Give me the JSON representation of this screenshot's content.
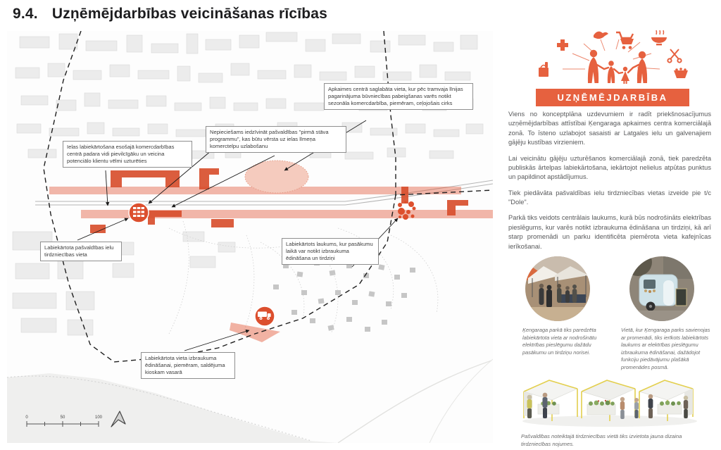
{
  "page": {
    "title_number": "9.4.",
    "title": "Uzņēmējdarbības veicināšanas rīcības"
  },
  "colors": {
    "accent_orange": "#E6613F",
    "corridor_highlight": "#E25736",
    "dark_red_buildings": "#D9502E",
    "pink_area": "#F5CBBE"
  },
  "map": {
    "callouts": [
      {
        "id": "tram-area",
        "text": "Apkaimes centrā saglabāta vieta, kur pēc tramvaja līnijas pagarinājuma būvniecības pabeigšanas varēs notikt sezonāla komercdarbība, piemēram, ceļojošais cirks"
      },
      {
        "id": "first-floor-programme",
        "text": "Nepieciešams iedzīvināt pašvaldības \"pirmā stāva programmu\", kas būtu vērsta uz ielas līmeņa komerctelpu uzlabošanu"
      },
      {
        "id": "street-improvement",
        "text": "Ielas labiekārtošana esošajā komercdarbības centrā padara vidi pievilcīgāku un veicina potenciālo klientu vēlmi uzturēties"
      },
      {
        "id": "trade-place",
        "text": "Labiekārtota pašvaldības ielu tirdzniecības vieta"
      },
      {
        "id": "event-square",
        "text": "Labiekārtots laukums, kur pasākumu laikā var notikt izbraukuma ēdināšana un tirdziņi"
      },
      {
        "id": "food-kiosk",
        "text": "Labiekārtota vieta izbraukuma ēdināšanai, piemēram, saldējuma kioskam vasarā"
      }
    ],
    "scale": {
      "labels": [
        "0",
        "50",
        "100"
      ]
    },
    "icons": [
      "market-stall-map-icon",
      "food-truck-map-icon",
      "north-arrow-icon"
    ]
  },
  "sidebar": {
    "banner": "UZŅĒMĒJDARBĪBA",
    "logo_icons": [
      "shopping-bag-icon",
      "medical-cross-icon",
      "bird-icon",
      "shopping-cart-icon",
      "soup-bowl-icon",
      "scissors-icon",
      "basket-icon",
      "family-figures"
    ],
    "paragraphs": [
      "Viens no konceptplāna uzdevumiem ir radīt priekšnosacījumus uzņēmējdarbības attīstībai Ķengaraga apkaimes centra komerciālajā zonā. To īsteno uzlabojot sasaisti ar Latgales ielu un galvenajiem gājēju kustības virzieniem.",
      "Lai veicinātu gājēju uzturēšanos komerciālajā zonā, tiek paredzēta publiskās ārtelpas labiekārtošana, iekārtojot nelielus atpūtas punktus un papildinot apstādījumus.",
      "Tiek piedāvāta pašvaldības ielu tirdzniecības vietas izveide pie t/c \"Dole\".",
      "Parkā tiks veidots centrālais laukums, kurā būs nodrošināts elektrības pieslēgums, kur varēs notikt izbraukuma ēdināšana un tirdziņi, kā arī starp promenādi un parku identificēta piemērota vieta kafejnīcas ierīkošanai."
    ],
    "photo_captions": [
      "Ķengaraga parkā tiks paredzēta labiekārtota vieta ar nodrošinātu elektrības pieslēgumu dažādu pasākumu un tirdziņu norisei.",
      "Vietā, kur Ķengaraga parks savienojas ar promenādi, tiks ierīkots labiekārtots laukums ar elektrības pieslēgumu izbraukuma ēdināšanai, dažādojot funkciju piedāvājumu plašākā promenādes posmā."
    ],
    "illustration_caption": "Pašvaldības noteiktajā tirdzniecības vietā tiks izvietota jauna dizaina tirdzniecības nojumes."
  }
}
